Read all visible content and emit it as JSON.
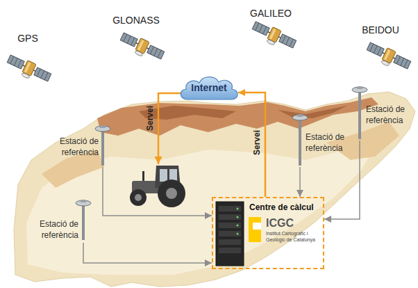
{
  "diagram": {
    "nodes": [
      {
        "text": [
          "Internet"
        ]
      },
      {
        "text": [
          "Estació de referència"
        ]
      },
      {
        "text": [
          "Estació de referència"
        ]
      },
      {
        "text": [
          "Estació de referència"
        ]
      },
      {
        "text": [
          "Centre de càlcul",
          "ICGC",
          "Institut Cartogràfic i Geològic de Catalunya"
        ]
      },
      {
        "text": [
          "Estació de referència"
        ]
      }
    ],
    "edges": [
      {
        "from": 1,
        "to": 4,
        "arrow": "to"
      },
      {
        "from": 2,
        "to": 4,
        "arrow": "to"
      },
      {
        "from": 3,
        "to": 4,
        "arrow": "to"
      },
      {
        "from": 5,
        "to": 4,
        "arrow": "to"
      },
      {
        "from": 4,
        "to": 0,
        "label": "Servei",
        "arrow": "to"
      }
    ],
    "labels": [
      "GPS",
      "GLONASS",
      "GALILEO",
      "BEIDOU",
      "Servei"
    ]
  }
}
